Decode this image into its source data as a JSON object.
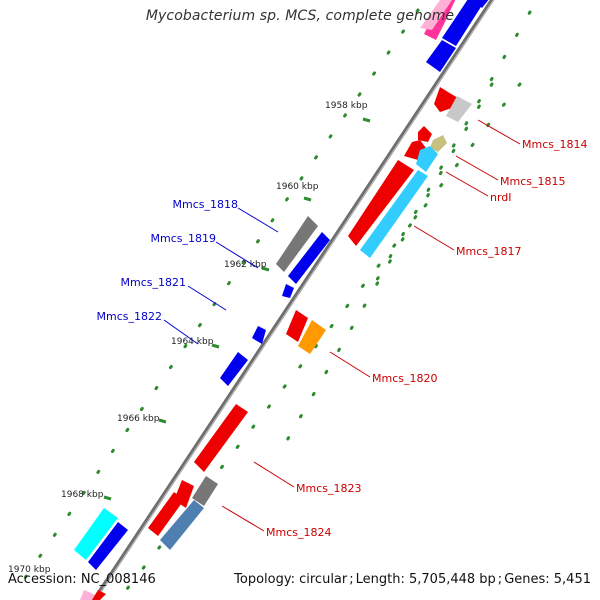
{
  "title": "Mycobacterium sp. MCS, complete genome",
  "footer": {
    "accession": "Accession: NC_008146",
    "topology": "Topology: circular",
    "length": "Length: 5,705,448 bp",
    "genes": "Genes: 5,451"
  },
  "tick_labels": [
    "1958 kbp",
    "1960 kbp",
    "1962 kbp",
    "1964 kbp",
    "1966 kbp",
    "1968 kbp",
    "1970 kbp"
  ],
  "genes_forward": [
    {
      "label": "Mmcs_1814",
      "color": "#cc0000"
    },
    {
      "label": "Mmcs_1815",
      "color": "#cc0000"
    },
    {
      "label": "nrdI",
      "color": "#cc0000"
    },
    {
      "label": "Mmcs_1817",
      "color": "#cc0000"
    },
    {
      "label": "Mmcs_1820",
      "color": "#cc0000"
    },
    {
      "label": "Mmcs_1823",
      "color": "#cc0000"
    },
    {
      "label": "Mmcs_1824",
      "color": "#cc0000"
    }
  ],
  "genes_reverse": [
    {
      "label": "Mmcs_1818",
      "color": "#0000cc"
    },
    {
      "label": "Mmcs_1819",
      "color": "#0000cc"
    },
    {
      "label": "Mmcs_1821",
      "color": "#0000cc"
    },
    {
      "label": "Mmcs_1822",
      "color": "#0000cc"
    }
  ],
  "colors": {
    "backbone": "#8a8a8a",
    "dotted_guide": "#2e8b2e",
    "red": "#ff0000",
    "blue": "#0000ee",
    "grey": "#777777",
    "light_grey": "#c8c8c8",
    "cyan": "#33ccff",
    "aqua": "#00ffff",
    "orange": "#ff9900",
    "tan": "#c8c080",
    "steel": "#4f7fb0",
    "pink": "#ff3399"
  }
}
